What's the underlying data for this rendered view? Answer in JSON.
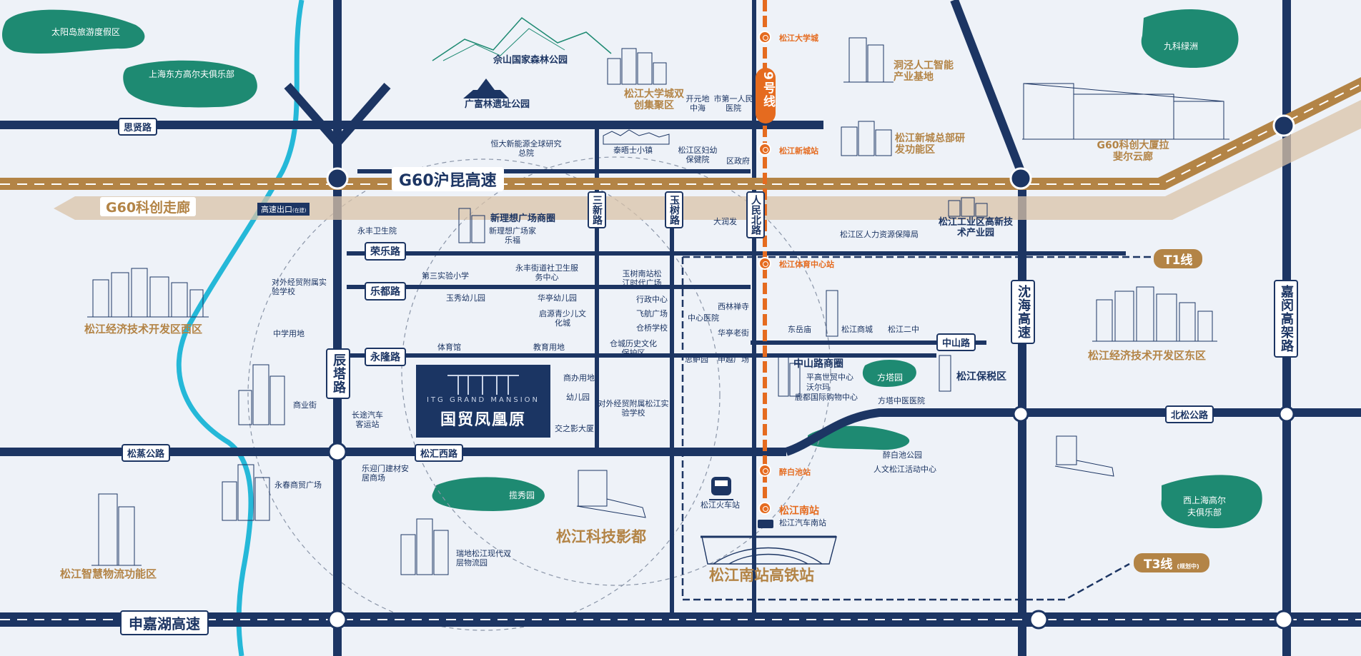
{
  "highways": {
    "hukun": "G60沪昆高速",
    "corridor": "G60科创走廊",
    "exit_label": "高速出口",
    "exit_note": "(在建)",
    "shenjia": "申嘉湖高速",
    "shenhai": "沈海高速",
    "jiamin": "嘉闵高架路"
  },
  "roads": {
    "sixian": "思贤路",
    "rongle": "荣乐路",
    "ledu": "乐都路",
    "yonglong": "永隆路",
    "songzheng": "松蒸公路",
    "songhui_west": "松汇西路",
    "chenta": "辰塔路",
    "sanxin": "三新路",
    "yushu": "玉树路",
    "renmin_north": "人民北路",
    "zhongshan": "中山路",
    "beisong": "北松公路"
  },
  "metro": {
    "line9": "9号线",
    "stations": [
      "松江大学城",
      "松江新城站",
      "松江体育中心站",
      "醉白池站",
      "松江南站"
    ],
    "t1": "T1线",
    "t3": "T3线",
    "t3_note": "(规划中)"
  },
  "project": {
    "en": "ITG GRAND MANSION",
    "cn": "国贸凤凰原"
  },
  "gold_labels": [
    "佘山国家森林公园",
    "广富林遗址公园",
    "松江大学城双创集聚区",
    "洞泾人工智能产业基地",
    "松江新城总部研发功能区",
    "G60科创大厦拉斐尔云廊",
    "新理想广场商圈",
    "松江工业区高新技术产业园",
    "松江经济技术开发区西区",
    "松江经济技术开发区东区",
    "松江保税区",
    "中山路商圈",
    "松江科技影都",
    "松江南站高铁站",
    "松江智慧物流功能区"
  ],
  "green_areas": [
    "太阳岛旅游度假区",
    "上海东方高尔夫俱乐部",
    "九科绿洲",
    "方塔园",
    "醉白池公园",
    "揽秀园",
    "西上海高尔夫俱乐部"
  ],
  "pois": [
    "恒大新能源全球研究总院",
    "开元地中海",
    "市第一人民医院",
    "泰晤士小镇",
    "松江区妇幼保健院",
    "区政府",
    "永丰卫生院",
    "新理想广场家乐福",
    "大润发",
    "松江区人力资源保障局",
    "第三实验小学",
    "永丰街道社卫生服务中心",
    "玉树南站松江时代广场",
    "对外经贸附属实验学校",
    "玉秀幼儿园",
    "华亭幼儿园",
    "启源青少儿文化城",
    "行政中心",
    "飞航广场",
    "仓桥学校",
    "西林禅寺",
    "中心医院",
    "华亭老街",
    "东岳庙",
    "松江商城",
    "松江二中",
    "中学用地",
    "体育馆",
    "教育用地",
    "仓城历史文化保护区",
    "思鲈园",
    "申越广场",
    "平高世贸中心",
    "沃尔玛",
    "鹿都国际购物中心",
    "方塔中医医院",
    "商办用地",
    "幼儿园",
    "对外经贸附属松江实验学校",
    "商业街",
    "长途汽车客运站",
    "交之影大厦",
    "乐迎门建材安居商场",
    "永春商贸广场",
    "瑞地松江现代双层物流园",
    "人文松江活动中心",
    "松江火车站",
    "松江汽车南站"
  ],
  "colors": {
    "navy": "#1c3563",
    "gold": "#b38446",
    "metro": "#e56b1f",
    "green": "#1e8a72",
    "river": "#25b8d8",
    "background": "#eef2f8"
  }
}
